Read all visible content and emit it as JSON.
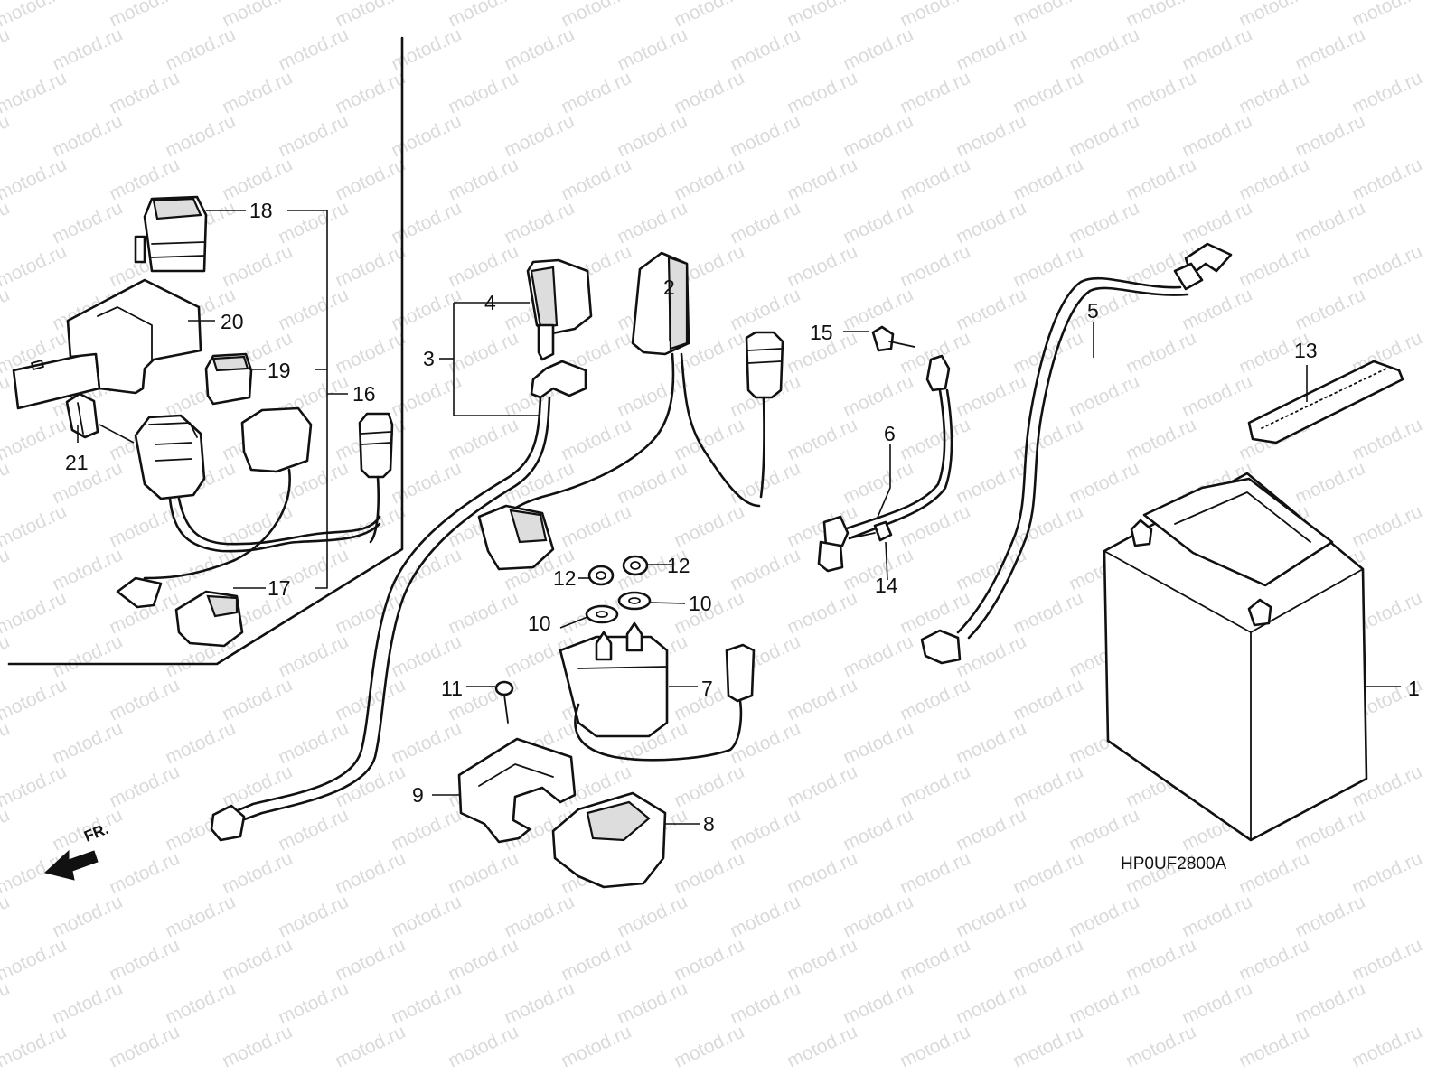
{
  "watermark": {
    "text": "motod.ru"
  },
  "diagram_code": "HP0UF2800A",
  "direction_label": "FR.",
  "callouts": {
    "c1": "1",
    "c2": "2",
    "c3": "3",
    "c4": "4",
    "c5": "5",
    "c6": "6",
    "c7": "7",
    "c8": "8",
    "c9": "9",
    "c10a": "10",
    "c10b": "10",
    "c11": "11",
    "c12a": "12",
    "c12b": "12",
    "c13": "13",
    "c14": "14",
    "c15": "15",
    "c16": "16",
    "c17": "17",
    "c18": "18",
    "c19": "19",
    "c20": "20",
    "c21": "21"
  }
}
